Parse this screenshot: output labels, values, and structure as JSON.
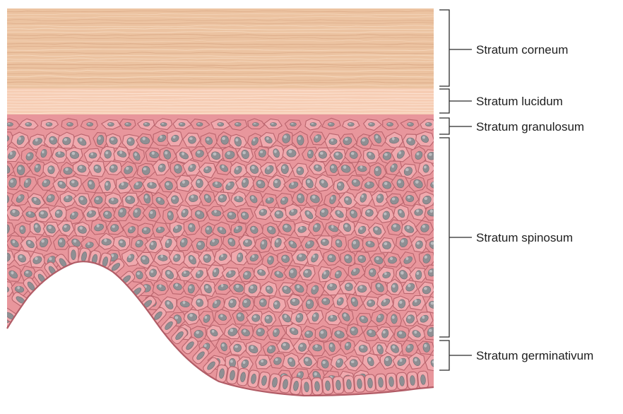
{
  "diagram": {
    "layers": [
      {
        "id": "corneum",
        "label": "Stratum corneum"
      },
      {
        "id": "lucidum",
        "label": "Stratum lucidum"
      },
      {
        "id": "granulosum",
        "label": "Stratum granulosum"
      },
      {
        "id": "spinosum",
        "label": "Stratum spinosum"
      },
      {
        "id": "germinativum",
        "label": "Stratum germinativum"
      }
    ],
    "colors": {
      "corneum": "#ecc3a1",
      "corneum_line": "#f7dcc4",
      "corneum_dark": "#d8a583",
      "lucidum": "#f6cdb4",
      "lucidum_line": "#fde6d6",
      "cell_fill": "#e8969c",
      "cell_fill_light": "#f0a9ae",
      "cell_border": "#b9646d",
      "nucleus": "#8f8f93",
      "nucleus_highlight": "#cfcfd2",
      "bracket": "#2b2b2b"
    }
  }
}
